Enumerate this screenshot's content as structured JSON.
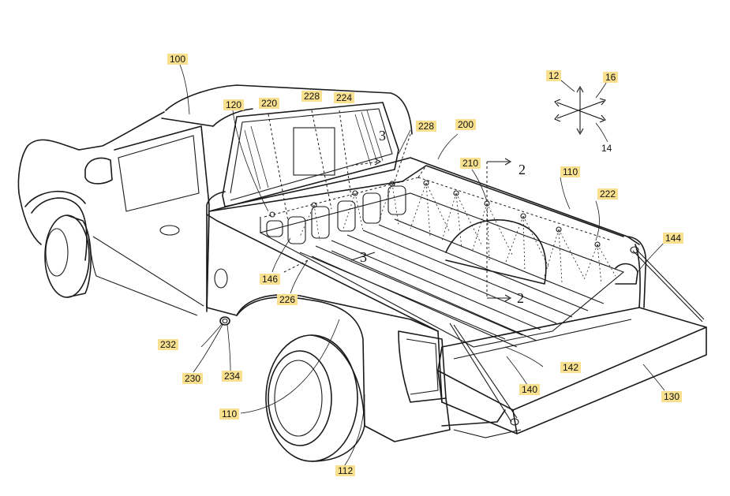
{
  "colors": {
    "label_highlight": "#f8e08e",
    "line": "#1a1a1a",
    "background": "#ffffff"
  },
  "reference_numerals": {
    "n100": "100",
    "n120": "120",
    "n220": "220",
    "n228a": "228",
    "n224": "224",
    "n228b": "228",
    "n200": "200",
    "n210": "210",
    "n110a": "110",
    "n222": "222",
    "n144": "144",
    "n146": "146",
    "n226": "226",
    "n232": "232",
    "n230": "230",
    "n234": "234",
    "n110b": "110",
    "n112": "112",
    "n140": "140",
    "n142": "142",
    "n130": "130",
    "n12": "12",
    "n16": "16",
    "n14": "14"
  },
  "section_markers": {
    "s3a": "3",
    "s3b": "3",
    "s2a": "2",
    "s2b": "2"
  }
}
